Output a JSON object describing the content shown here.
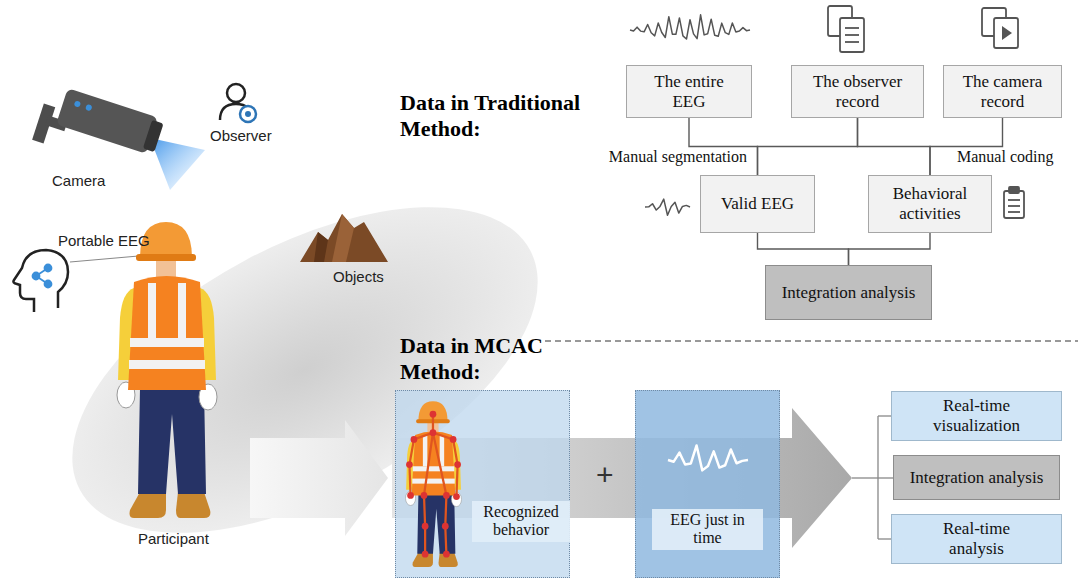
{
  "diagram": {
    "nodes": [
      {
        "text": [
          "The entire EEG"
        ]
      },
      {
        "text": [
          "The observer record"
        ]
      },
      {
        "text": [
          "The camera record"
        ]
      },
      {
        "text": [
          "Valid EEG"
        ]
      },
      {
        "text": [
          "Behavioral activities"
        ]
      },
      {
        "text": [
          "Integration analysis"
        ]
      },
      {
        "text": [
          "Recognized behavior"
        ]
      },
      {
        "text": [
          "EEG just in time"
        ]
      },
      {
        "text": [
          "Real-time visualization"
        ]
      },
      {
        "text": [
          "Integration analysis"
        ]
      },
      {
        "text": [
          "Real-time analysis"
        ]
      }
    ],
    "edges": [
      {
        "from": 0,
        "to": 3,
        "arrow": "none",
        "label": "Manual segmentation"
      },
      {
        "from": 1,
        "to": 3,
        "arrow": "none"
      },
      {
        "from": 1,
        "to": 4,
        "arrow": "none",
        "label": "Manual coding"
      },
      {
        "from": 2,
        "to": 4,
        "arrow": "none"
      },
      {
        "from": 3,
        "to": 5,
        "arrow": "none"
      },
      {
        "from": 4,
        "to": 5,
        "arrow": "none"
      }
    ],
    "labels": [
      "Camera",
      "Observer",
      "Portable EEG",
      "Objects",
      "Participant",
      "Data in Traditional Method:",
      "Data in MCAC Method:",
      "+"
    ]
  }
}
